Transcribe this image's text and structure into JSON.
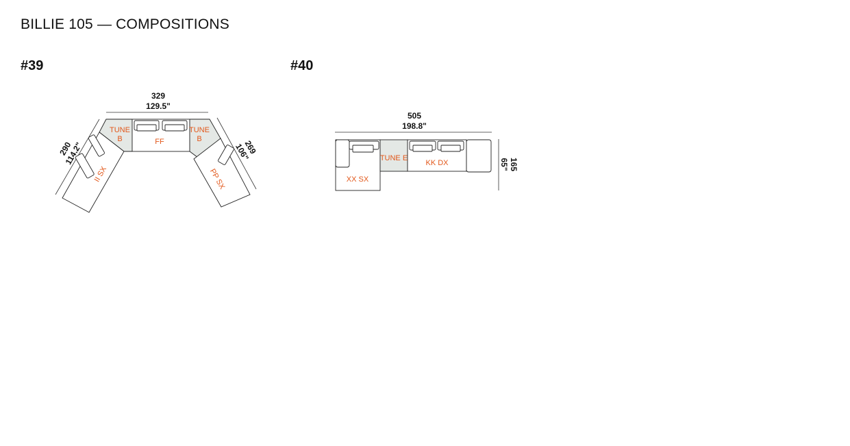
{
  "page": {
    "title": "BILLIE 105 — COMPOSITIONS"
  },
  "colors": {
    "module_label": "#e2581b",
    "corner_fill": "#e4e8e5",
    "line": "#222222"
  },
  "compositions": [
    {
      "label": "#39",
      "dimensions": {
        "width_cm": "329",
        "width_in": "129.5\"",
        "left_cm": "290",
        "left_in": "114.2\"",
        "right_cm": "269",
        "right_in": "106\""
      },
      "modules": [
        "II SX",
        "TUNE",
        "B",
        "FF",
        "TUNE",
        "B",
        "PP SX"
      ]
    },
    {
      "label": "#40",
      "dimensions": {
        "width_cm": "505",
        "width_in": "198.8\"",
        "depth_cm": "165",
        "depth_in": "65\""
      },
      "modules": [
        "XX SX",
        "TUNE E",
        "KK DX"
      ]
    }
  ]
}
